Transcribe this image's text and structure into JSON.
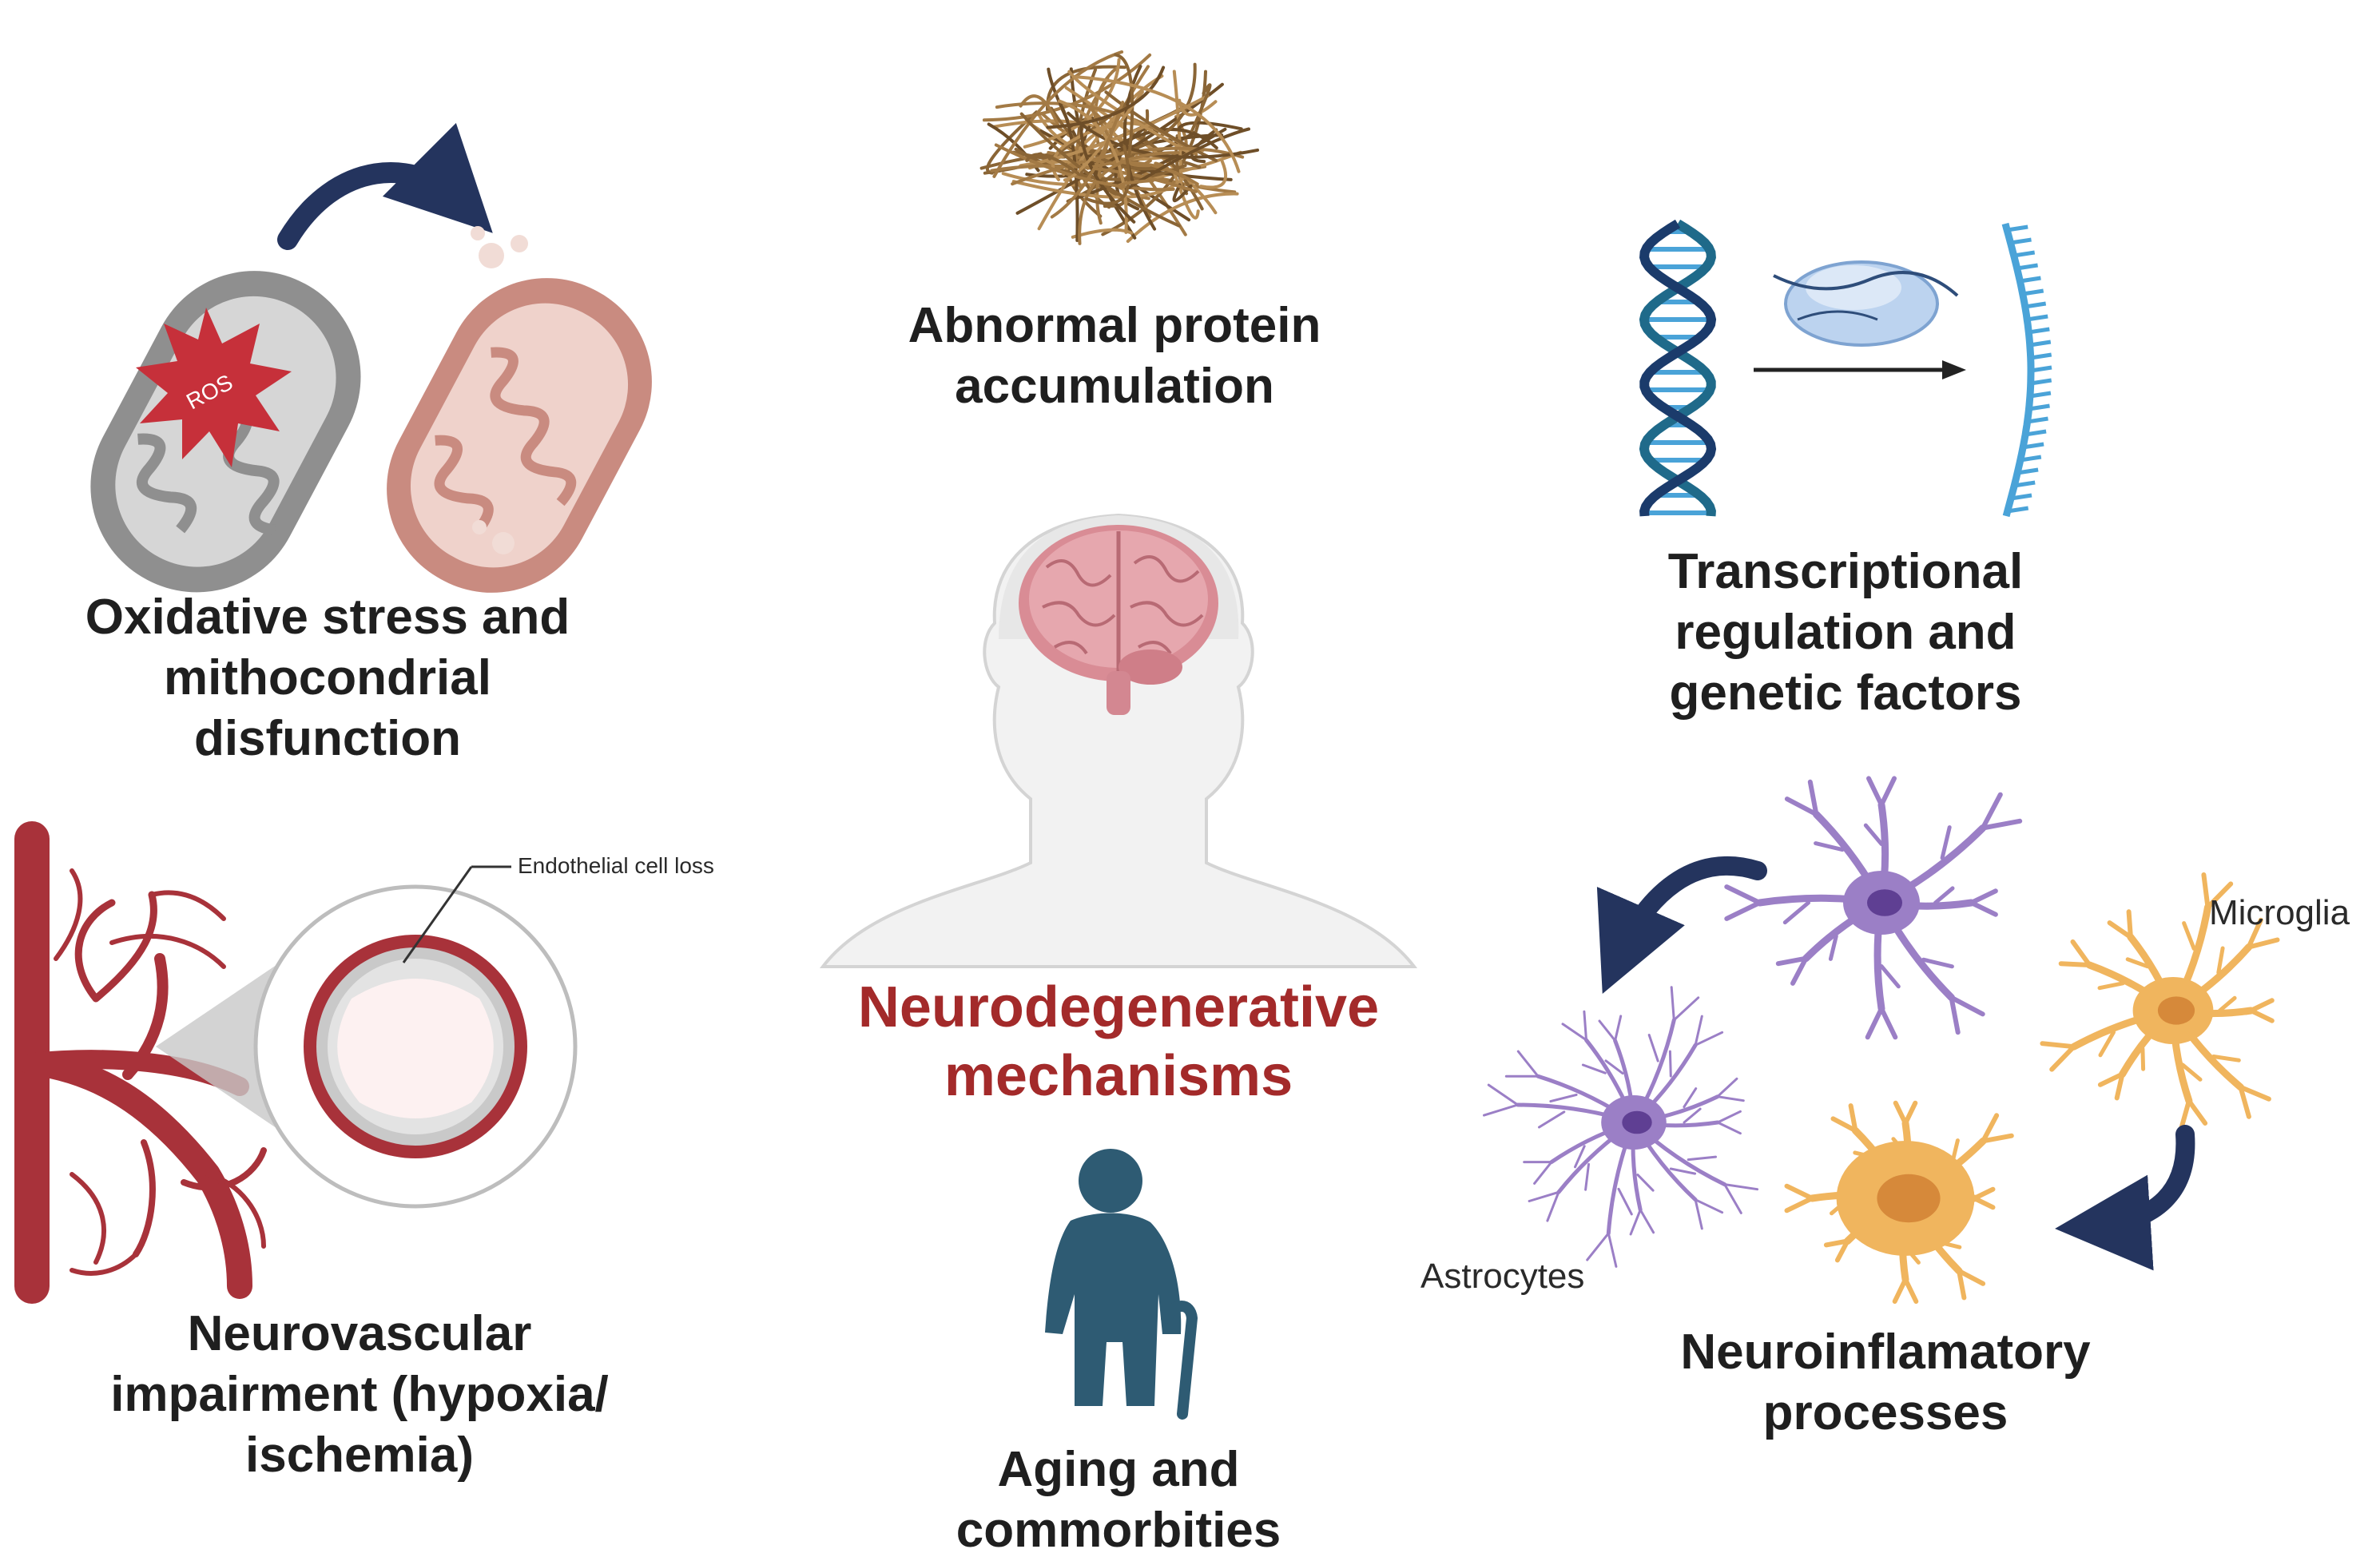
{
  "center_title": [
    "Neurodegenerative",
    "mechanisms"
  ],
  "mechanisms": {
    "oxidative": [
      "Oxidative stress and",
      "mithocondrial",
      "disfunction"
    ],
    "protein": [
      "Abnormal protein",
      "accumulation"
    ],
    "transcriptional": [
      "Transcriptional",
      "regulation and",
      "genetic factors"
    ],
    "neurovascular": [
      "Neurovascular",
      "impairment (hypoxia/",
      "ischemia)"
    ],
    "aging": [
      "Aging and",
      "commorbities"
    ],
    "neuroinflammatory": [
      "Neuroinflamatory",
      "processes"
    ]
  },
  "annotations": {
    "ros": "ROS",
    "endothelial": "Endothelial cell loss",
    "microglia": "Microglia",
    "astrocytes": "Astrocytes"
  },
  "colors": {
    "title_red": "#a32a2a",
    "arrow_navy": "#24345e",
    "vessel_red": "#a8323a",
    "mito_grey": "#8f8f8f",
    "mito_pink": "#c98b80",
    "fibril_brown": "#8a6536",
    "dna_blue": "#1f6a8a",
    "rna_blue": "#4aa3d8",
    "astrocyte_purple": "#9b7fc6",
    "microglia_orange": "#f0b55e",
    "elder_teal": "#2e5b73"
  }
}
